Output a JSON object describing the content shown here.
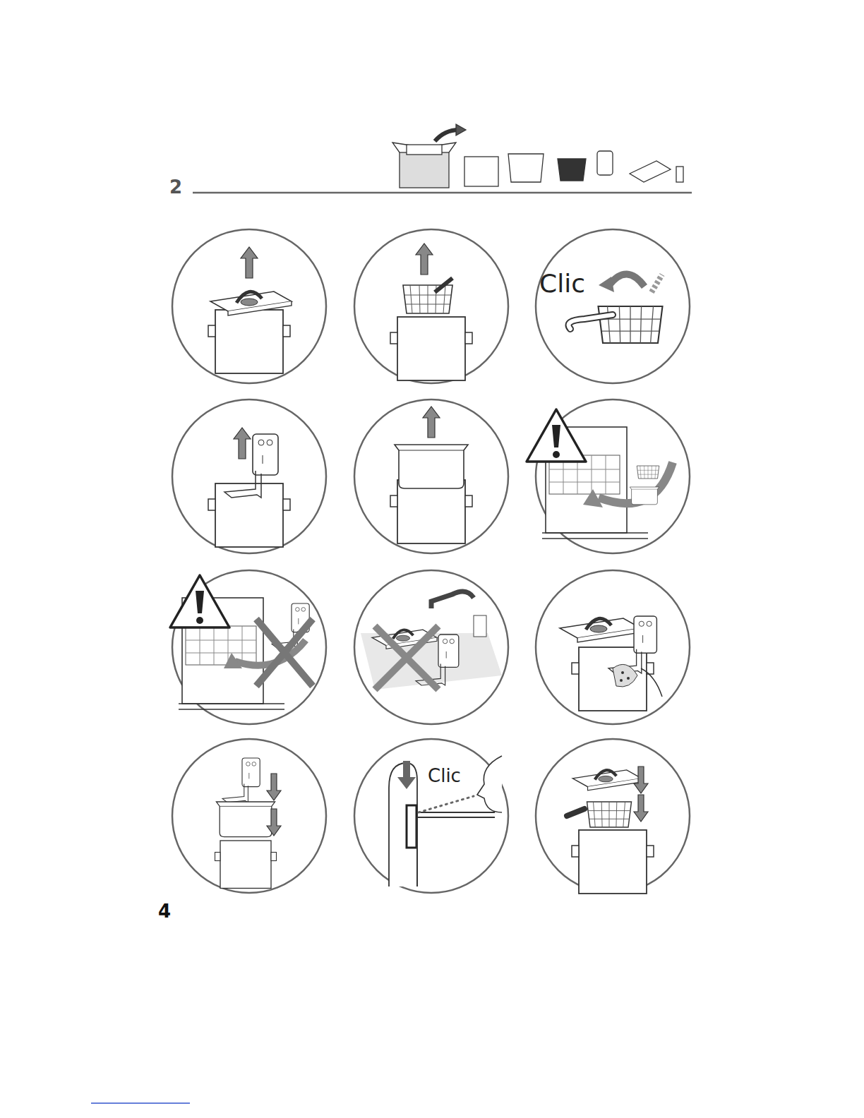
{
  "diagram": {
    "labels": [
      "2",
      "Clic",
      "Clic",
      "4"
    ]
  }
}
